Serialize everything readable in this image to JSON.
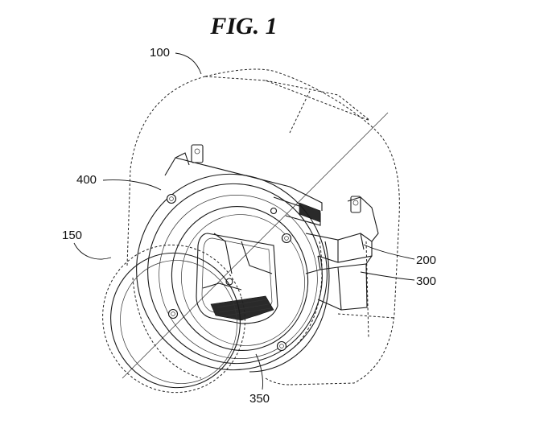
{
  "figure": {
    "title": "FIG. 1"
  },
  "labels": {
    "camera_body": "100",
    "optical_filter_element": "150",
    "sensor_holder": "200",
    "bracket": "300",
    "mount_opening": "350",
    "lens_mount": "400"
  }
}
